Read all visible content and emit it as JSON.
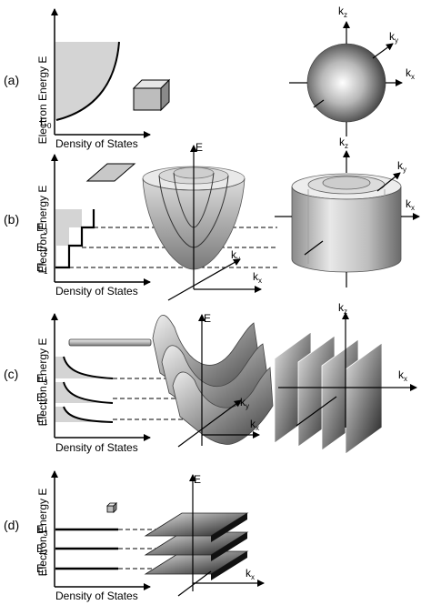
{
  "panels": [
    {
      "id": "a",
      "label": "(a)",
      "ylabel": "Electron Energy E",
      "xlabel": "Density of States",
      "levels": [
        {
          "base": "E",
          "sub": "0"
        }
      ]
    },
    {
      "id": "b",
      "label": "(b)",
      "ylabel": "Electron Energy E",
      "xlabel": "Density of States",
      "levels": [
        {
          "base": "E",
          "sub": "3"
        },
        {
          "base": "E",
          "sub": "2"
        },
        {
          "base": "E",
          "sub": "1"
        }
      ]
    },
    {
      "id": "c",
      "label": "(c)",
      "ylabel": "Electron Energy E",
      "xlabel": "Density of States",
      "levels": [
        {
          "base": "E",
          "sub": "3"
        },
        {
          "base": "E",
          "sub": "2"
        },
        {
          "base": "E",
          "sub": "1"
        }
      ]
    },
    {
      "id": "d",
      "label": "(d)",
      "ylabel": "Electron Energy E",
      "xlabel": "Density of States",
      "levels": [
        {
          "base": "E",
          "sub": "3"
        },
        {
          "base": "E",
          "sub": "2"
        },
        {
          "base": "E",
          "sub": "1"
        }
      ]
    }
  ],
  "axes": {
    "energy": "E",
    "k": "k",
    "kz_sub": "z",
    "ky_sub": "y",
    "kx_sub": "x"
  },
  "colors": {
    "fill_light": "#d4d4d4",
    "fill_mid": "#9a9a9a",
    "fill_dark": "#2a2a2a",
    "line": "#000000"
  }
}
